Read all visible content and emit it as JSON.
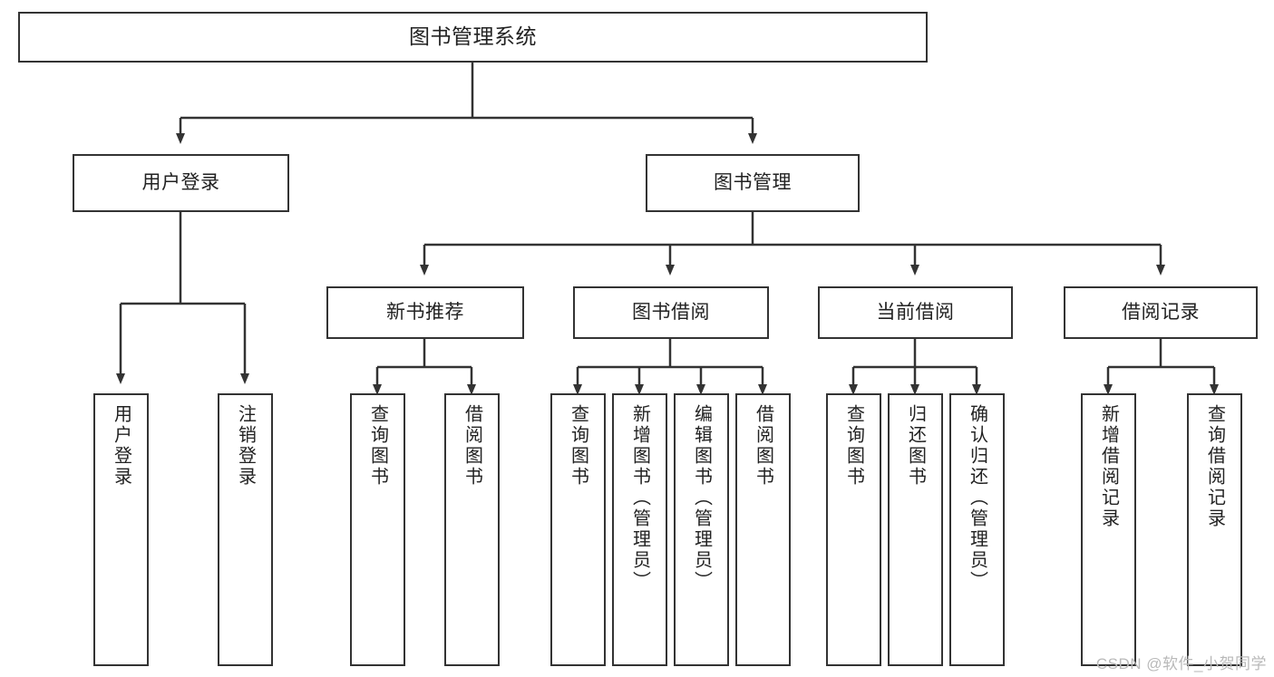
{
  "diagram": {
    "type": "tree-hierarchy",
    "title": "图书管理系统",
    "watermark": "CSDN @软件_小贺同学",
    "colors": {
      "box_border": "#333333",
      "box_fill": "#ffffff",
      "connector": "#333333",
      "text": "#222222",
      "watermark": "#b9b9b9",
      "background": "#ffffff"
    },
    "root": {
      "label": "图书管理系统"
    },
    "level2": [
      {
        "id": "user-login",
        "label": "用户登录"
      },
      {
        "id": "book-manage",
        "label": "图书管理"
      }
    ],
    "level3": [
      {
        "id": "new-book-recommend",
        "label": "新书推荐",
        "parent": "book-manage"
      },
      {
        "id": "book-borrow",
        "label": "图书借阅",
        "parent": "book-manage"
      },
      {
        "id": "current-borrow",
        "label": "当前借阅",
        "parent": "book-manage"
      },
      {
        "id": "borrow-record",
        "label": "借阅记录",
        "parent": "book-manage"
      }
    ],
    "leaves": {
      "user-login": [
        {
          "id": "leaf-user-login",
          "label": "用户登录"
        },
        {
          "id": "leaf-user-logout",
          "label": "注销登录"
        }
      ],
      "new-book-recommend": [
        {
          "id": "leaf-query-book-1",
          "label": "查询图书"
        },
        {
          "id": "leaf-borrow-book-1",
          "label": "借阅图书"
        }
      ],
      "book-borrow": [
        {
          "id": "leaf-query-book-2",
          "label": "查询图书"
        },
        {
          "id": "leaf-add-book",
          "label": "新增图书（管理员）"
        },
        {
          "id": "leaf-edit-book",
          "label": "编辑图书（管理员）"
        },
        {
          "id": "leaf-borrow-book-2",
          "label": "借阅图书"
        }
      ],
      "current-borrow": [
        {
          "id": "leaf-query-book-3",
          "label": "查询图书"
        },
        {
          "id": "leaf-return-book",
          "label": "归还图书"
        },
        {
          "id": "leaf-confirm-return",
          "label": "确认归还（管理员）"
        }
      ],
      "borrow-record": [
        {
          "id": "leaf-add-record",
          "label": "新增借阅记录"
        },
        {
          "id": "leaf-query-record",
          "label": "查询借阅记录"
        }
      ]
    }
  }
}
